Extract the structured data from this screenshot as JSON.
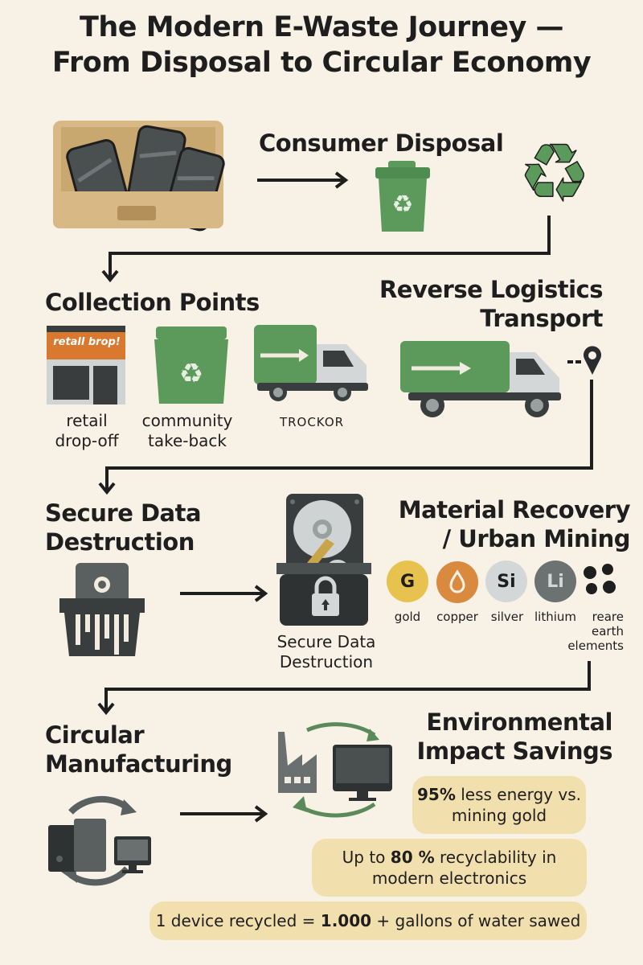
{
  "title": {
    "line1": "The Modern E-Waste Journey —",
    "line2": "From Disposal to Circular Economy"
  },
  "colors": {
    "background": "#f8f1e6",
    "green": "#5b9a5a",
    "dark": "#3a3d3d",
    "pill": "#f2dfae",
    "cardboard": "#d8b985",
    "orange": "#d98a3e"
  },
  "stages": {
    "consumer_disposal": {
      "heading": "Consumer Disposal",
      "icons": [
        "drawer-with-phones-icon",
        "arrow-right-icon",
        "green-recycle-bin-icon",
        "recycle-symbol-icon"
      ]
    },
    "collection_points": {
      "heading": "Collection Points",
      "store_sign": "retall brop!",
      "items": [
        {
          "label_line1": "retail",
          "label_line2": "drop-off",
          "icon": "storefront-icon"
        },
        {
          "label_line1": "community",
          "label_line2": "take-back",
          "icon": "recycle-bin-icon"
        },
        {
          "label_line1": "TROCKOR",
          "label_line2": "",
          "icon": "truck-icon"
        }
      ]
    },
    "reverse_logistics": {
      "heading_line1": "Reverse Logistics",
      "heading_line2": "Transport",
      "icons": [
        "delivery-truck-icon",
        "location-pin-icon"
      ]
    },
    "secure_data_destruction": {
      "heading_line1": "Secure Data",
      "heading_line2": "Destruction",
      "caption_line1": "Secure Data",
      "caption_line2": "Destruction",
      "icons": [
        "shredder-icon",
        "arrow-right-icon",
        "hard-drive-lock-icon"
      ]
    },
    "material_recovery": {
      "heading_line1": "Material Recovery",
      "heading_line2": "/ Urban Mining",
      "metals": [
        {
          "symbol": "G",
          "label": "gold",
          "color": "#e8c24f",
          "text_color": "#1e1e1e"
        },
        {
          "symbol": "💧",
          "label": "copper",
          "color": "#d98a3e",
          "text_color": "#f8f1e6"
        },
        {
          "symbol": "Si",
          "label": "silver",
          "color": "#d3d7d8",
          "text_color": "#1e1e1e"
        },
        {
          "symbol": "Li",
          "label": "lithium",
          "color": "#6c7171",
          "text_color": "#d3d7d8"
        },
        {
          "symbol": "",
          "label_line1": "reare",
          "label_line2": "earth",
          "label_line3": "elements",
          "color": "#1e1e1e"
        }
      ]
    },
    "circular_manufacturing": {
      "heading_line1": "Circular",
      "heading_line2": "Manufacturing",
      "icons": [
        "computer-cycle-icon",
        "arrow-right-icon",
        "factory-monitor-cycle-icon"
      ]
    },
    "environmental_impact": {
      "heading_line1": "Environmental",
      "heading_line2": "Impact Savings",
      "facts": [
        {
          "bold": "95%",
          "rest": " less energy vs.",
          "line2": "mining gold"
        },
        {
          "pre": "Up to ",
          "bold": "80 %",
          "rest": " recyclability in",
          "line2": "modern electronics"
        },
        {
          "pre": "1 device recycled = ",
          "bold": "1.000",
          "rest": " + gallons of water sawed"
        }
      ]
    }
  }
}
